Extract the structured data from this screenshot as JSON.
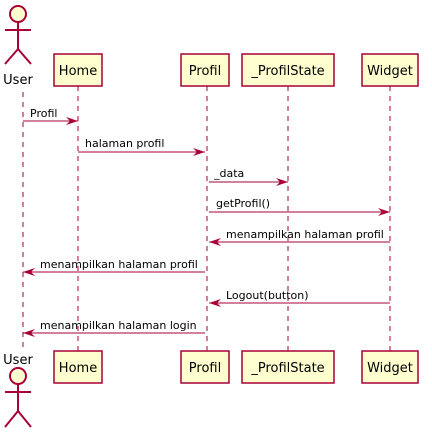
{
  "colors": {
    "participant_fill": "#FEFECE",
    "participant_border": "#A80036",
    "arrow": "#A80036",
    "lifeline": "#A80036",
    "text": "#000000"
  },
  "participants": [
    {
      "id": "user",
      "name": "User",
      "kind": "actor"
    },
    {
      "id": "home",
      "name": "Home",
      "kind": "box"
    },
    {
      "id": "profil",
      "name": "Profil",
      "kind": "box"
    },
    {
      "id": "state",
      "name": "_ProfilState",
      "kind": "box"
    },
    {
      "id": "widget",
      "name": "Widget",
      "kind": "box"
    }
  ],
  "messages": [
    {
      "from": "user",
      "to": "home",
      "label": "Profil"
    },
    {
      "from": "home",
      "to": "profil",
      "label": "halaman profil"
    },
    {
      "from": "profil",
      "to": "state",
      "label": "_data"
    },
    {
      "from": "profil",
      "to": "widget",
      "label": "getProfil()"
    },
    {
      "from": "widget",
      "to": "profil",
      "label": "menampilkan halaman profil"
    },
    {
      "from": "profil",
      "to": "user",
      "label": "menampilkan halaman profil"
    },
    {
      "from": "widget",
      "to": "profil",
      "label": "Logout(button)"
    },
    {
      "from": "profil",
      "to": "user",
      "label": "menampilkan halaman login"
    }
  ]
}
